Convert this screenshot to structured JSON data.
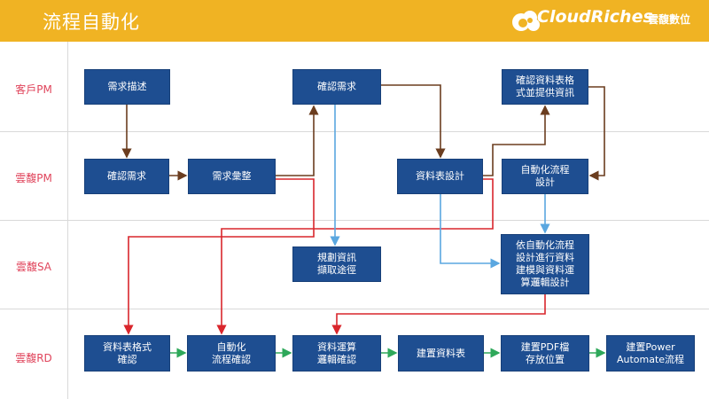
{
  "header": {
    "title": "流程自動化",
    "brand": "CloudRiches",
    "brand_cn": "雲馥數位",
    "color": "#f0b323"
  },
  "lanes": [
    {
      "label": "客戶PM"
    },
    {
      "label": "雲馥PM"
    },
    {
      "label": "雲馥SA"
    },
    {
      "label": "雲馥RD"
    }
  ],
  "nodes": {
    "req_desc": "需求描述",
    "confirm_req_pm": "確認需求",
    "req_summary": "需求彙整",
    "confirm_req_client": "確認需求",
    "table_design": "資料表設計",
    "confirm_table": "確認資料表格\n式並提供資訊",
    "auto_flow_design": "自動化流程\n設計",
    "plan_source": "規劃資訊\n擷取途徑",
    "modeling": "依自動化流程\n設計進行資料\n建模與資料運\n算邏輯設計",
    "rd_table_confirm": "資料表格式\n確認",
    "rd_flow_confirm": "自動化\n流程確認",
    "rd_logic_confirm": "資料運算\n邏輯確認",
    "rd_build_table": "建置資料表",
    "rd_pdf_location": "建置PDF檔\n存放位置",
    "rd_power_automate": "建置Power\nAutomate流程"
  },
  "colors": {
    "box": "#1e4e91",
    "arrow_brown": "#6b3d1f",
    "arrow_red": "#d9262c",
    "arrow_blue": "#5aa7e0",
    "arrow_green": "#2ea85a",
    "lane_label": "#e0455c"
  }
}
